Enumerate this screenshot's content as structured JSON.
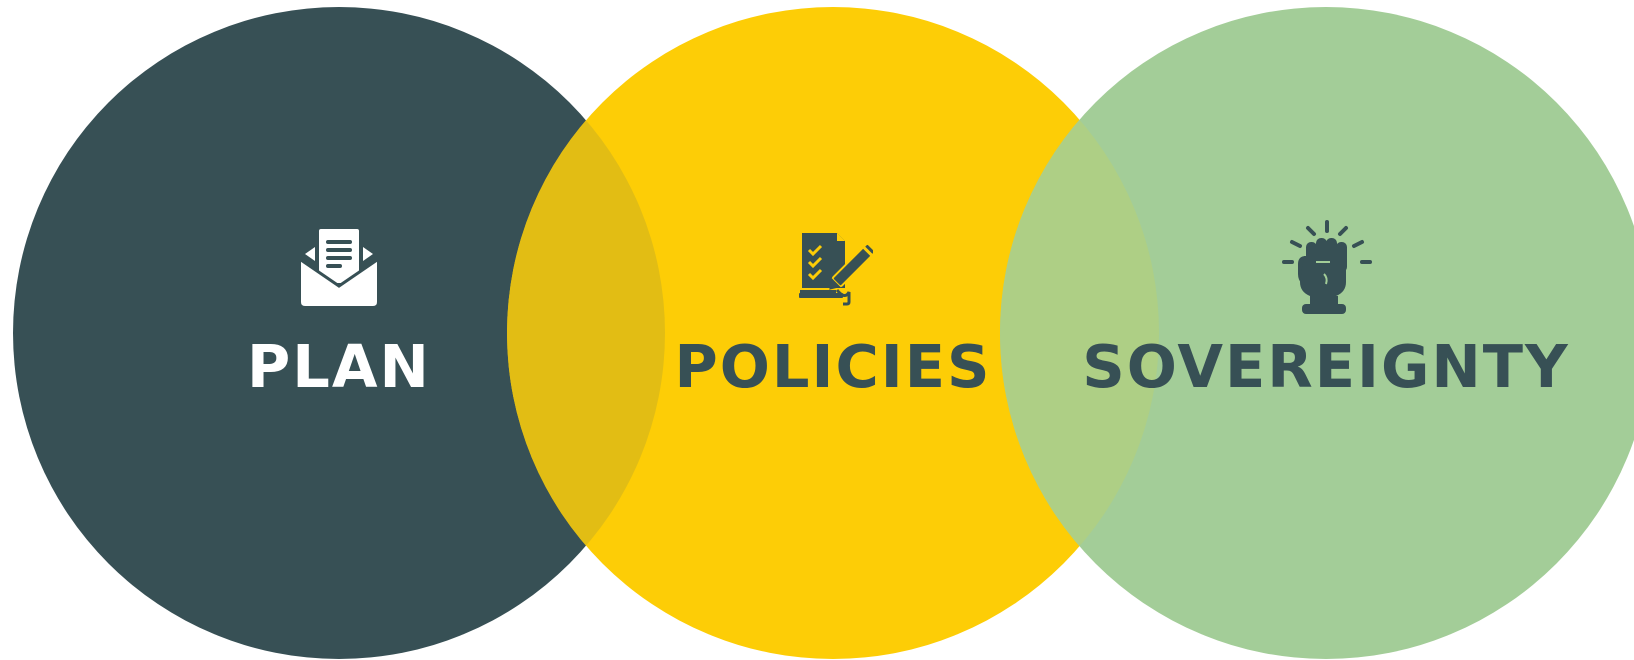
{
  "colors": {
    "dark": "#375055",
    "yellow": "#fdcd06",
    "green": "#a3cd98",
    "overlap_dark_yellow": "#e2bd14",
    "overlap_yellow_green": "#aecf85",
    "white": "#ffffff"
  },
  "circles": [
    {
      "label": "PLAN",
      "icon": "open-envelope-icon",
      "fill": "#375055",
      "text_color": "#ffffff"
    },
    {
      "label": "POLICIES",
      "icon": "checklist-pen-icon",
      "fill": "#fdcd06",
      "text_color": "#375055"
    },
    {
      "label": "SOVEREIGNTY",
      "icon": "raised-fist-icon",
      "fill": "#a3cd98",
      "text_color": "#375055"
    }
  ]
}
